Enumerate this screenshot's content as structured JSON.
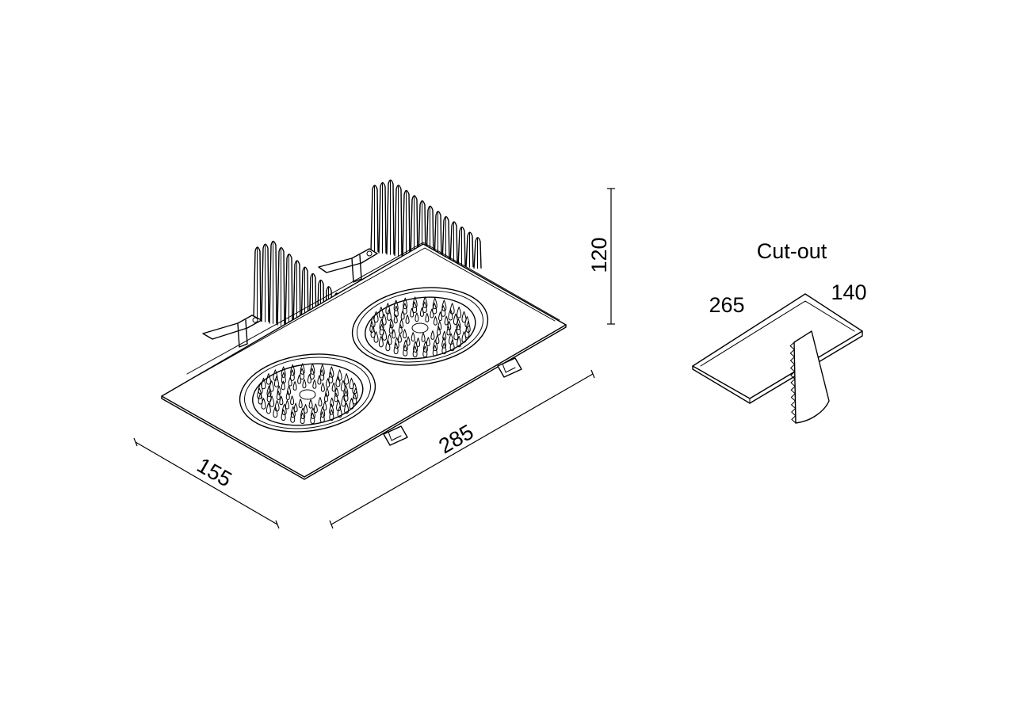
{
  "drawing": {
    "cutout_title": "Cut-out",
    "dimensions": {
      "length": "285",
      "width": "155",
      "height": "120",
      "cutout_length": "265",
      "cutout_width": "140"
    }
  },
  "colors": {
    "line": "#000000",
    "background": "#ffffff"
  }
}
